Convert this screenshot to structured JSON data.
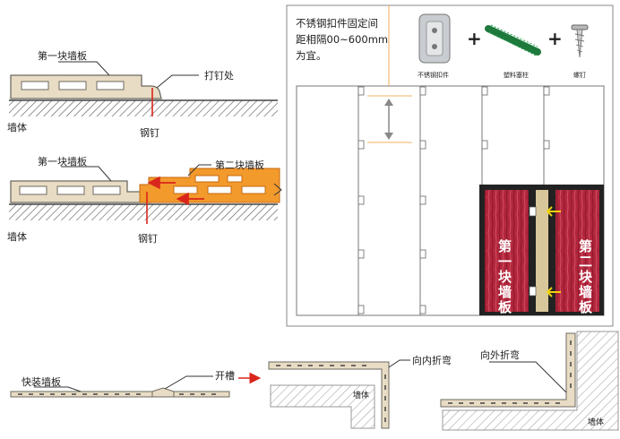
{
  "panel1": {
    "first_panel_label": "第一块墙板",
    "nail_point_label": "打钉处",
    "wall_label": "墙体",
    "steel_nail_label": "钢钉"
  },
  "panel2": {
    "first_panel_label": "第一块墙板",
    "second_panel_label": "第二块墙板",
    "wall_label": "墙体",
    "steel_nail_label": "钢钉"
  },
  "clip_panel": {
    "spacing_note_line1": "不锈钢扣件固定间",
    "spacing_note_line2": "距相隔00~600mm",
    "spacing_note_line3": "为宜。",
    "stainless_clip_label": "不锈钢扣件",
    "plastic_plug_label": "塑料塞柱",
    "screw_label": "螺钉",
    "plus_sign": "+",
    "board1_vertical": [
      "第",
      "一",
      "块",
      "墙",
      "板"
    ],
    "board2_vertical": [
      "第",
      "二",
      "块",
      "墙",
      "板"
    ]
  },
  "bottom": {
    "quick_panel_label": "快装墙板",
    "slot_label": "开槽",
    "inward_bend_label": "向内折弯",
    "outward_bend_label": "向外折弯",
    "wall_label_1": "墙体",
    "wall_label_2": "墙体"
  },
  "colors": {
    "panel_fill": "#e8dcc4",
    "panel_stroke": "#6e6a62",
    "orange": "#f39a2c",
    "red": "#d9261c",
    "yellow_arrow": "#f2d20c",
    "wood_red": "#b3263c",
    "plug_green": "#1e7a3c"
  }
}
